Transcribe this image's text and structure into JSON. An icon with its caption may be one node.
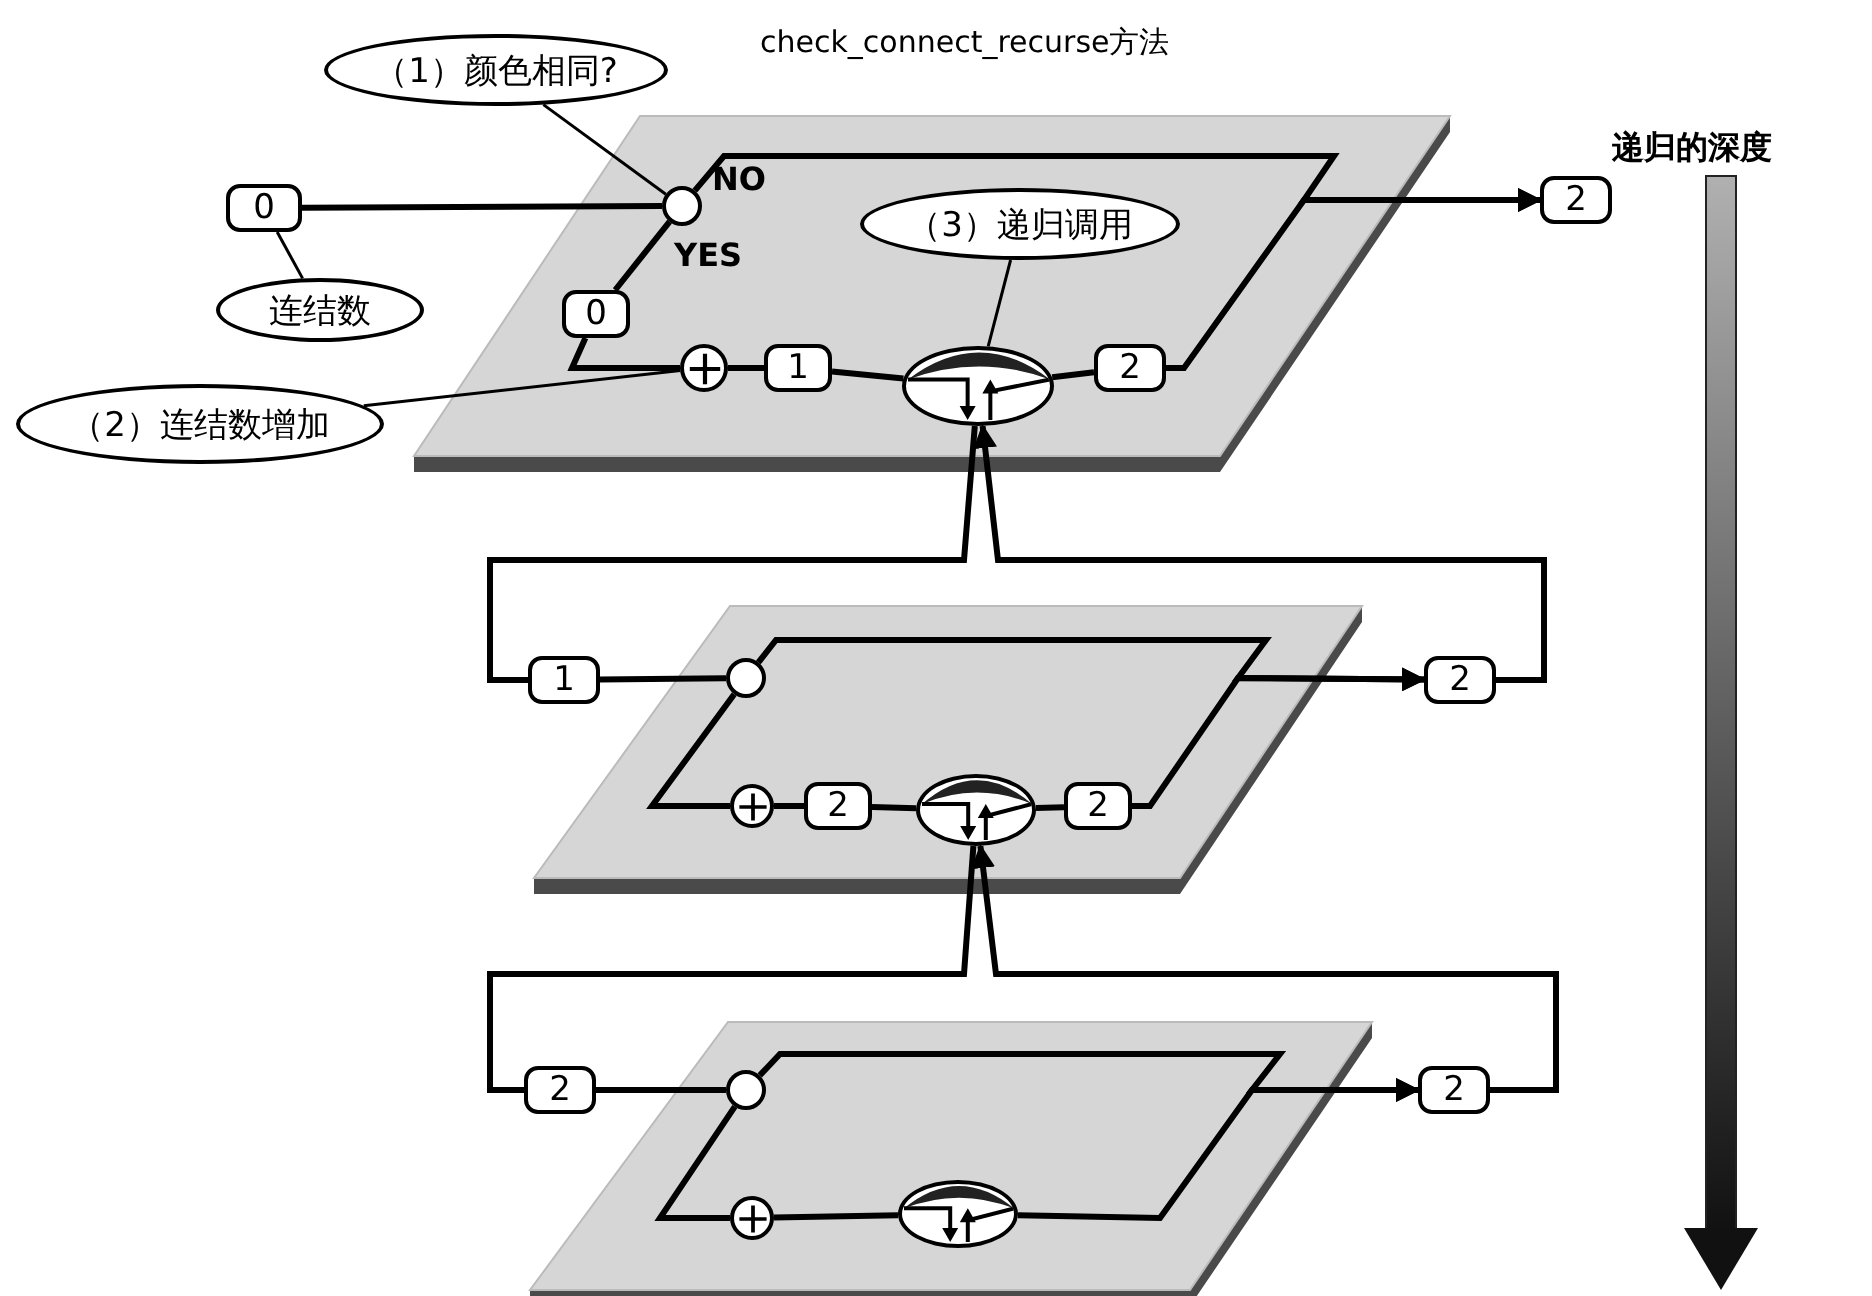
{
  "diagram": {
    "title": "check_connect_recurse方法",
    "nodes": [
      {
        "text": [
          "（1）颜色相同?"
        ]
      },
      {
        "text": [
          "0"
        ]
      },
      {
        "text": [
          "连结数"
        ]
      },
      {
        "text": [],
        "shape": "circle"
      },
      {
        "text": [
          "0"
        ]
      },
      {
        "text": [],
        "shape": "circle"
      },
      {
        "text": [
          "1"
        ]
      },
      {
        "text": [],
        "shape": "ellipse"
      },
      {
        "text": [
          "2"
        ]
      },
      {
        "text": [
          "2"
        ]
      },
      {
        "text": [
          "（3）递归调用"
        ]
      },
      {
        "text": [
          "（2）连结数增加"
        ]
      },
      {
        "text": [
          "1"
        ]
      },
      {
        "text": [],
        "shape": "circle"
      },
      {
        "text": [],
        "shape": "circle"
      },
      {
        "text": [
          "2"
        ]
      },
      {
        "text": [],
        "shape": "ellipse"
      },
      {
        "text": [
          "2"
        ]
      },
      {
        "text": [
          "2"
        ]
      },
      {
        "text": [
          "2"
        ]
      },
      {
        "text": [],
        "shape": "circle"
      },
      {
        "text": [],
        "shape": "circle"
      },
      {
        "text": [],
        "shape": "ellipse"
      },
      {
        "text": [
          "2"
        ]
      }
    ],
    "edges": [
      {
        "from": 1,
        "to": 3,
        "arrow": "none"
      },
      {
        "from": 3,
        "to": 4,
        "arrow": "none"
      },
      {
        "from": 4,
        "to": 5,
        "arrow": "none"
      },
      {
        "from": 5,
        "to": 6,
        "arrow": "none"
      },
      {
        "from": 6,
        "to": 7,
        "arrow": "none"
      },
      {
        "from": 7,
        "to": 8,
        "arrow": "none"
      },
      {
        "from": 8,
        "to": 9,
        "arrow": "to"
      },
      {
        "from": 3,
        "to": 9,
        "arrow": "to"
      },
      {
        "from": 0,
        "to": 3,
        "arrow": "none"
      },
      {
        "from": 2,
        "to": 1,
        "arrow": "none"
      },
      {
        "from": 10,
        "to": 7,
        "arrow": "none"
      },
      {
        "from": 11,
        "to": 5,
        "arrow": "none"
      },
      {
        "from": 7,
        "to": 12,
        "arrow": "none"
      },
      {
        "from": 18,
        "to": 7,
        "arrow": "to"
      },
      {
        "from": 12,
        "to": 13,
        "arrow": "none"
      },
      {
        "from": 13,
        "to": 14,
        "arrow": "none"
      },
      {
        "from": 14,
        "to": 15,
        "arrow": "none"
      },
      {
        "from": 15,
        "to": 16,
        "arrow": "none"
      },
      {
        "from": 16,
        "to": 17,
        "arrow": "none"
      },
      {
        "from": 17,
        "to": 18,
        "arrow": "to"
      },
      {
        "from": 13,
        "to": 18,
        "arrow": "to"
      },
      {
        "from": 16,
        "to": 19,
        "arrow": "none"
      },
      {
        "from": 23,
        "to": 16,
        "arrow": "to"
      },
      {
        "from": 19,
        "to": 20,
        "arrow": "none"
      },
      {
        "from": 20,
        "to": 21,
        "arrow": "none"
      },
      {
        "from": 21,
        "to": 22,
        "arrow": "none"
      },
      {
        "from": 22,
        "to": 23,
        "arrow": "to"
      },
      {
        "from": 20,
        "to": 23,
        "arrow": "to"
      }
    ],
    "labels": [
      "NO",
      "YES",
      "递归的深度"
    ]
  }
}
